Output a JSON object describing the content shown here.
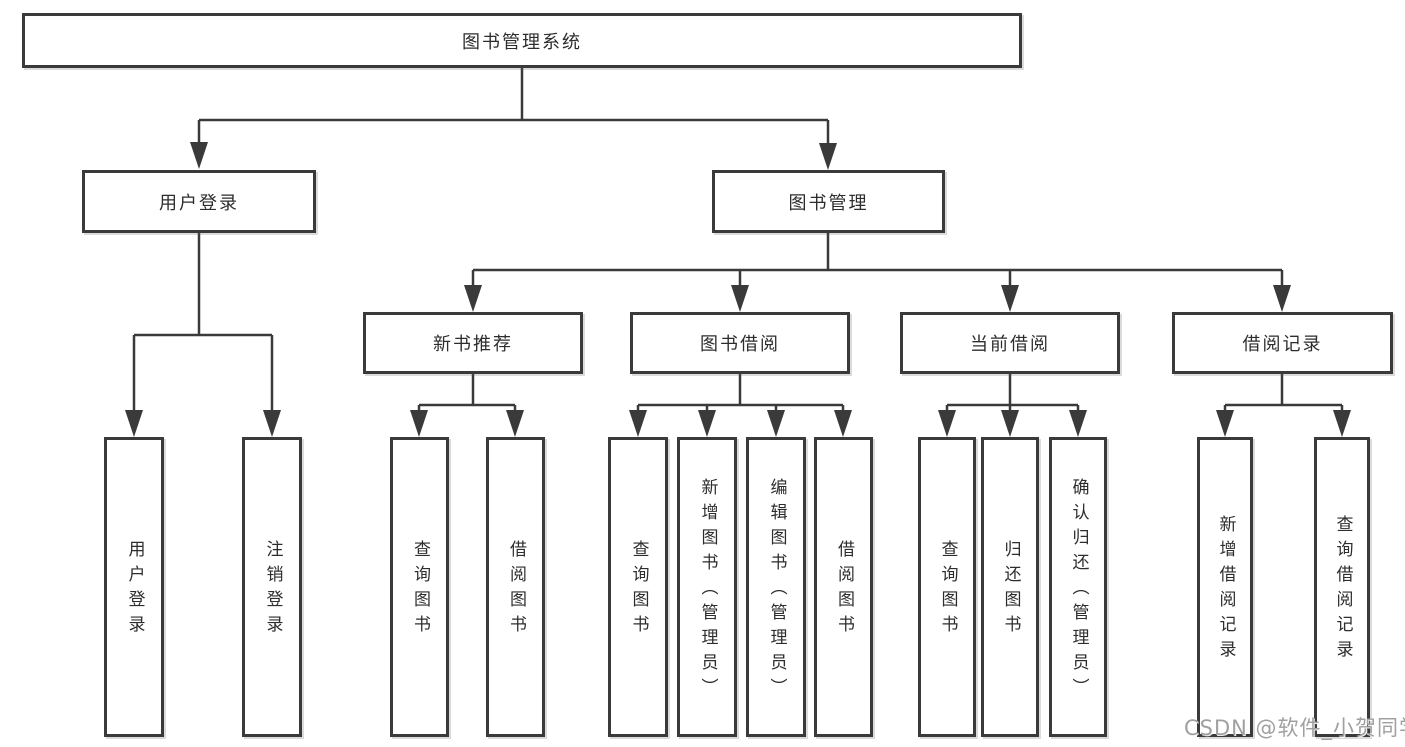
{
  "tree": {
    "label": "图书管理系统",
    "children": [
      {
        "label": "用户登录",
        "children": [
          {
            "label": "用户登录"
          },
          {
            "label": "注销登录"
          }
        ]
      },
      {
        "label": "图书管理",
        "children": [
          {
            "label": "新书推荐",
            "children": [
              {
                "label": "查询图书"
              },
              {
                "label": "借阅图书"
              }
            ]
          },
          {
            "label": "图书借阅",
            "children": [
              {
                "label": "查询图书"
              },
              {
                "label": "新增图书（管理员）"
              },
              {
                "label": "编辑图书（管理员）"
              },
              {
                "label": "借阅图书"
              }
            ]
          },
          {
            "label": "当前借阅",
            "children": [
              {
                "label": "查询图书"
              },
              {
                "label": "归还图书"
              },
              {
                "label": "确认归还（管理员）"
              }
            ]
          },
          {
            "label": "借阅记录",
            "children": [
              {
                "label": "新增借阅记录"
              },
              {
                "label": "查询借阅记录"
              }
            ]
          }
        ]
      }
    ]
  },
  "watermark": {
    "text": "CSDN @软件_小贺同学"
  },
  "colors": {
    "line": "#3a3a3a",
    "box_border": "#3a3a3a",
    "text": "#2d2d2d",
    "watermark": "#a0a0a0",
    "background": "#ffffff"
  }
}
